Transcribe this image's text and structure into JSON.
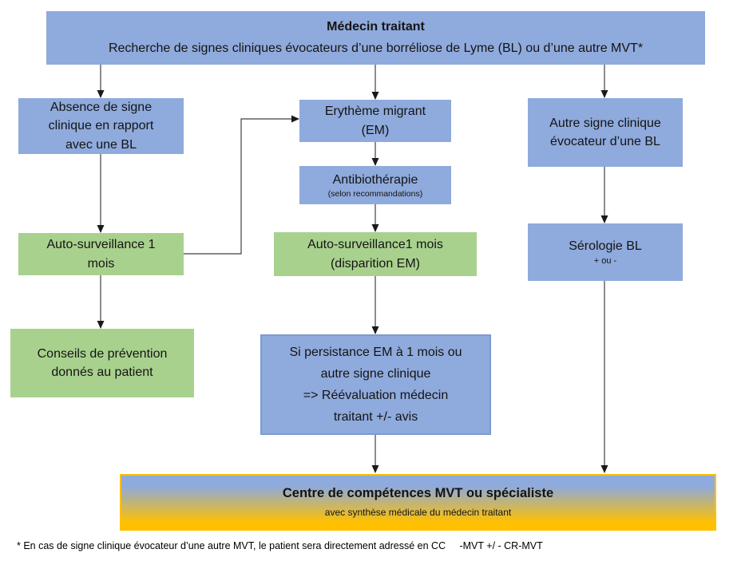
{
  "header": {
    "title": "Médecin traitant",
    "subtitle": "Recherche de signes cliniques évocateurs d’une borréliose de Lyme (BL) ou d’une autre MVT*"
  },
  "left_column": {
    "absence_lines": [
      "Absence de signe",
      "clinique en rapport",
      "avec une BL"
    ],
    "auto_surveillance_lines": [
      "Auto-surveillance 1",
      "mois"
    ],
    "conseils_lines": [
      "Conseils de prévention",
      "donnés au patient"
    ]
  },
  "middle_column": {
    "erytheme_lines": [
      "Erythème migrant",
      "(EM)"
    ],
    "antibiotherapie": "Antibiothérapie",
    "antibiotherapie_note": "(selon recommandations)",
    "auto_surveillance_lines": [
      "Auto-surveillance1 mois",
      "(disparition EM)"
    ],
    "persistance_lines": [
      "Si persistance EM à 1 mois ou",
      "autre signe clinique",
      "=> Réévaluation médecin",
      "traitant +/-  avis"
    ]
  },
  "right_column": {
    "autre_signe_lines": [
      "Autre signe clinique",
      "évocateur d’une BL"
    ],
    "serologie": "Sérologie BL",
    "serologie_note": "+ ou -"
  },
  "footer_box": {
    "title": "Centre de compétences MVT ou spécialiste",
    "subtitle": "avec synthèse médicale du médecin traitant"
  },
  "footnote": "* En cas de signe clinique évocateur d’une autre MVT, le patient sera directement adressé en CC     -MVT +/ - CR-MVT",
  "colors": {
    "box_blue": "#8faadc",
    "box_green": "#a9d18e",
    "gold": "#ffc000",
    "persistance_border": "#7d9ad1",
    "arrow": "#404040"
  }
}
